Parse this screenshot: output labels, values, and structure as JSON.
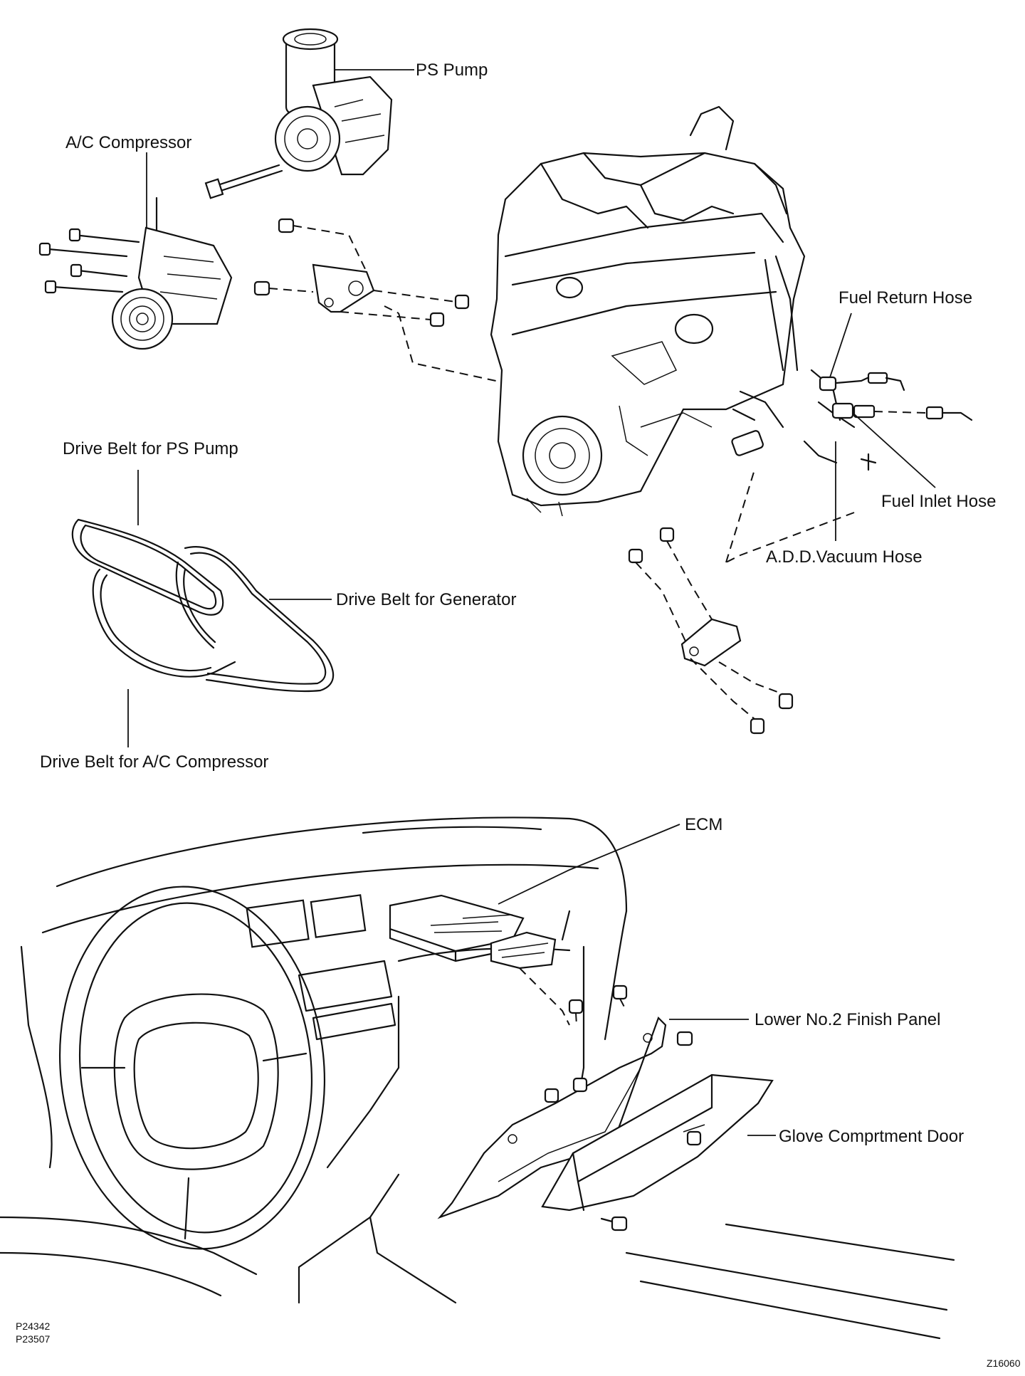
{
  "labels": {
    "ps_pump": "PS Pump",
    "ac_compressor": "A/C Compressor",
    "fuel_return_hose": "Fuel Return Hose",
    "fuel_inlet_hose": "Fuel Inlet Hose",
    "add_vacuum_hose": "A.D.D.Vacuum Hose",
    "drive_belt_ps_pump": "Drive Belt for PS Pump",
    "drive_belt_generator": "Drive Belt for Generator",
    "drive_belt_ac_compressor": "Drive Belt for A/C Compressor",
    "ecm": "ECM",
    "lower_finish_panel": "Lower No.2 Finish Panel",
    "glove_compartment_door": "Glove Comprtment Door"
  },
  "codes": {
    "figure_1": "P24342",
    "figure_2": "P23507",
    "figure_3": "Z16060"
  }
}
